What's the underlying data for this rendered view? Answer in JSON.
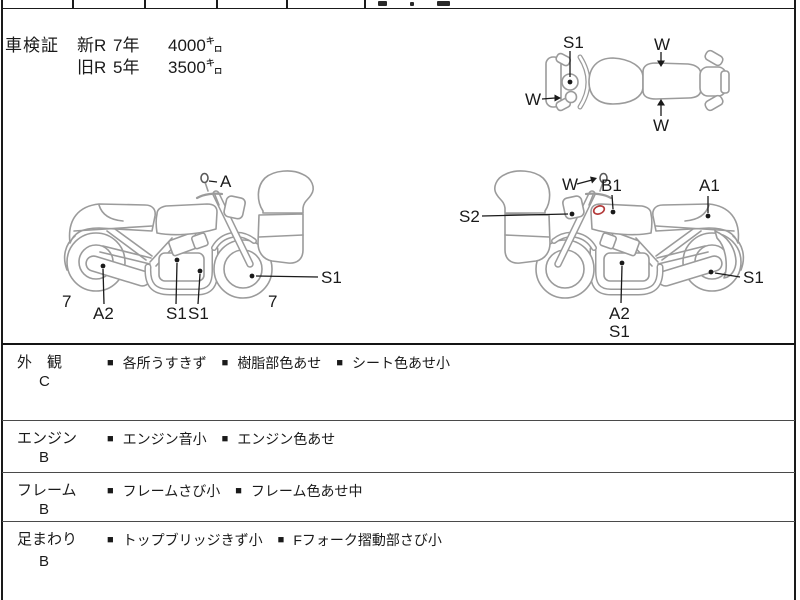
{
  "registration": {
    "title": "車検証",
    "rows": [
      {
        "reg_type": "新R",
        "year": "7年",
        "mileage": "4000㌔"
      },
      {
        "reg_type": "旧R",
        "year": "5年",
        "mileage": "3500㌔"
      }
    ]
  },
  "diagram": {
    "line_color": "#9b9b9b",
    "marker_color": "#1a1a1a",
    "damage_mark_color": "#b43a3a",
    "top_view": {
      "labels": {
        "s1": "S1",
        "w_top": "W",
        "w_left": "W",
        "w_bottom": "W"
      }
    },
    "left_view": {
      "labels": {
        "a": "A",
        "a2": "A2",
        "s1_engine": "S1",
        "s1_exhaust": "S1",
        "s1_front_wheel": "S1",
        "tire_rear": "7",
        "tire_front": "7"
      }
    },
    "right_view": {
      "labels": {
        "w": "W",
        "b1": "B1",
        "a1": "A1",
        "s2": "S2",
        "a2": "A2",
        "s1_engine": "S1",
        "s1_rear_wheel": "S1"
      }
    }
  },
  "inspection": {
    "bullet": "■",
    "rows": [
      {
        "category": "外　観",
        "grade": "C",
        "items": [
          "各所うすきず",
          "樹脂部色あせ",
          "シート色あせ小"
        ]
      },
      {
        "category": "エンジン",
        "grade": "B",
        "items": [
          "エンジン音小",
          "エンジン色あせ"
        ]
      },
      {
        "category": "フレーム",
        "grade": "B",
        "items": [
          "フレームさび小",
          "フレーム色あせ中"
        ]
      },
      {
        "category": "足まわり",
        "grade": "B",
        "items": [
          "トップブリッジきず小",
          "Fフォーク摺動部さび小"
        ]
      }
    ]
  }
}
